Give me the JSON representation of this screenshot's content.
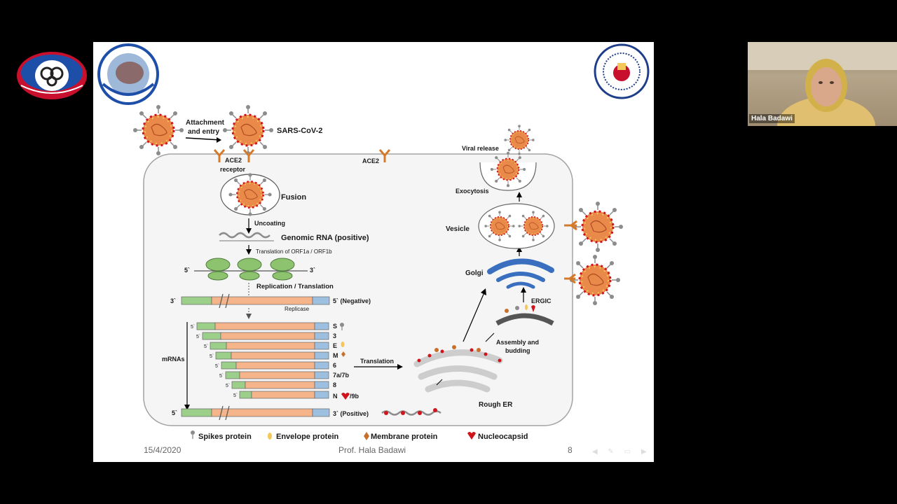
{
  "meeting": {
    "participant_name": "Hala Badawi"
  },
  "slide": {
    "footer_date": "15/4/2020",
    "footer_author": "Prof. Hala Badawi",
    "footer_page": "8",
    "diagram": {
      "virus_name": "SARS-CoV-2",
      "attachment_label_1": "Attachment",
      "attachment_label_2": "and entry",
      "ace2_receptor_1": "ACE2",
      "ace2_receptor_2": "receptor",
      "ace2": "ACE2",
      "fusion": "Fusion",
      "uncoating": "Uncoating",
      "genomic_rna": "Genomic RNA (positive)",
      "translation_orf": "Translation of ORF1a / ORF1b",
      "five_prime": "5`",
      "three_prime": "3`",
      "replication_translation": "Replication / Translation",
      "replicase": "Replicase",
      "negative_end": "5` (Negative)",
      "positive_end": "3` (Positive)",
      "mrnas": "mRNAs",
      "translation": "Translation",
      "rough_er": "Rough ER",
      "assembly_1": "Assembly and",
      "assembly_2": "budding",
      "ergic": "ERGIC",
      "golgi": "Golgi",
      "vesicle": "Vesicle",
      "exocytosis": "Exocytosis",
      "viral_release": "Viral release",
      "mrna_labels": [
        "S",
        "3",
        "E",
        "M",
        "6",
        "7a/7b",
        "8",
        "N",
        "/9b"
      ],
      "legend": {
        "spikes": "Spikes protein",
        "envelope": "Envelope protein",
        "membrane": "Membrane protein",
        "nucleocapsid": "Nucleocapsid"
      }
    }
  },
  "colors": {
    "virus": "#e98a4a",
    "spike": "#8c8c8c",
    "rna_green": "#9ccf8a",
    "rna_orange": "#f6b48a",
    "rna_blue": "#9ec0e0",
    "ribosome": "#8dc26f",
    "golgi": "#3a6fc0",
    "receptor": "#d47a2a",
    "nucleocapsid": "#d0141c",
    "envelope": "#f3c75a"
  }
}
